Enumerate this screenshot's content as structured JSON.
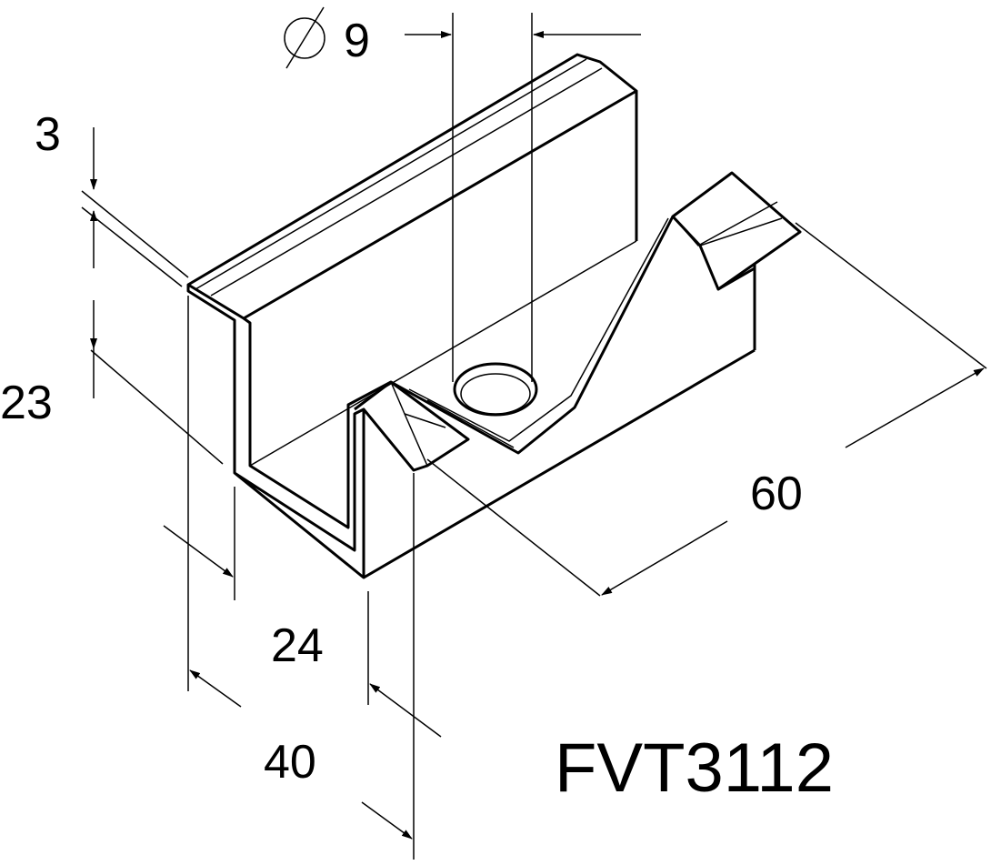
{
  "drawing": {
    "part_number": "FVT3112",
    "dimensions": {
      "hole_diameter_symbol": "⌀",
      "hole_diameter": "9",
      "wall_thickness": "3",
      "height": "23",
      "inner_width": "24",
      "outer_width": "40",
      "length": "60"
    },
    "line_color": "#000000",
    "background_color": "#ffffff"
  }
}
